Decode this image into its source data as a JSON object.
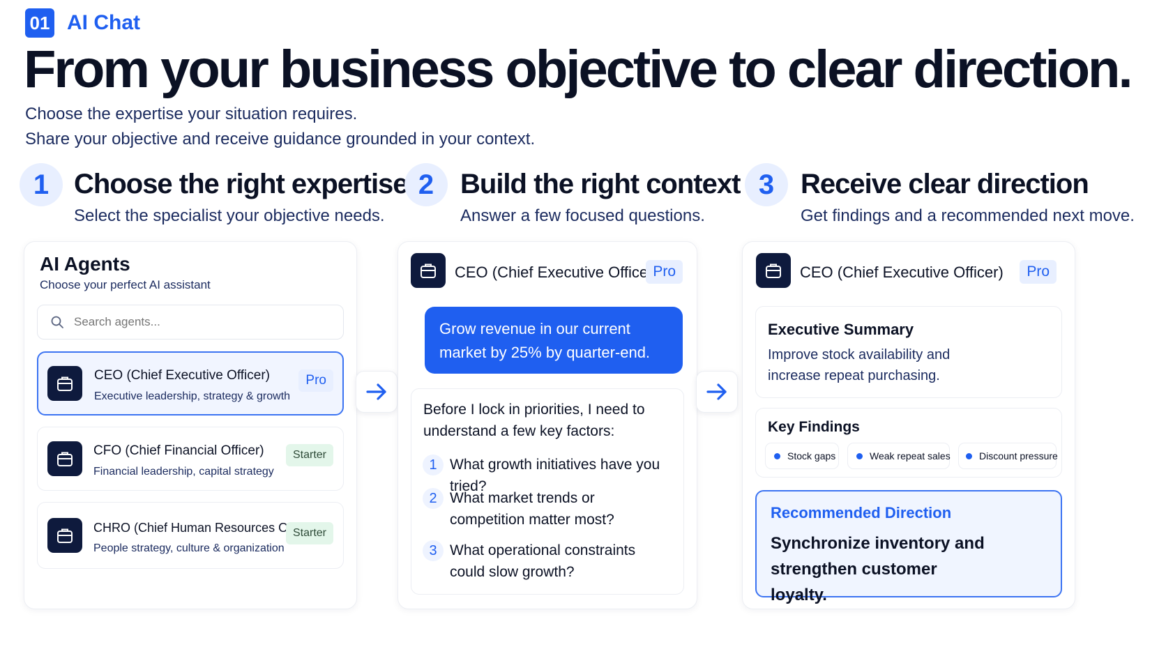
{
  "header": {
    "badge": "01",
    "brand": "AI Chat",
    "headline": "From your business objective to clear direction.",
    "subtitle_lines": [
      "Choose the expertise your situation requires.",
      "Share your objective and receive guidance grounded in your context."
    ]
  },
  "steps": [
    {
      "number": "1",
      "title": "Choose the right expertise",
      "description": "Select the specialist your objective needs."
    },
    {
      "number": "2",
      "title": "Build the right context",
      "description": "Answer a few focused questions."
    },
    {
      "number": "3",
      "title": "Receive clear direction",
      "description": "Get findings and a recommended next move."
    }
  ],
  "agents_panel": {
    "title": "AI Agents",
    "subtitle": "Choose your perfect AI assistant",
    "search_placeholder": "Search agents...",
    "agents": [
      {
        "name": "CEO (Chief Executive Officer)",
        "description": "Executive leadership, strategy & growth",
        "tier": "Pro",
        "selected": true
      },
      {
        "name": "CFO (Chief Financial Officer)",
        "description": "Financial leadership, capital strategy",
        "tier": "Starter",
        "selected": false
      },
      {
        "name": "CHRO (Chief Human Resources Officer)",
        "description": "People strategy, culture & organization",
        "tier": "Starter",
        "selected": false
      }
    ]
  },
  "context_panel": {
    "agent_name": "CEO (Chief Executive Officer)",
    "tier": "Pro",
    "user_message": "Grow revenue in our current market by 25% by quarter-end.",
    "assistant_intro": "Before I lock in priorities, I need to understand a few key factors:",
    "questions": [
      {
        "number": "1",
        "text": "What growth initiatives have you tried?"
      },
      {
        "number": "2",
        "text": "What market trends or competition matter most?"
      },
      {
        "number": "3",
        "text": "What operational constraints could slow growth?"
      }
    ]
  },
  "direction_panel": {
    "agent_name": "CEO (Chief Executive Officer)",
    "tier": "Pro",
    "summary_title": "Executive Summary",
    "summary_text": "Improve stock availability and increase repeat purchasing.",
    "findings_title": "Key Findings",
    "findings": [
      "Stock gaps",
      "Weak repeat sales",
      "Discount pressure"
    ],
    "recommendation_title": "Recommended Direction",
    "recommendation_text": "Synchronize inventory and strengthen customer loyalty."
  },
  "colors": {
    "accent": "#1f5ff0",
    "dark": "#0b1124",
    "icon_bg": "#0e1a3d",
    "starter_bg": "#e3f6ea",
    "recommend_bg": "#f0f5ff"
  }
}
